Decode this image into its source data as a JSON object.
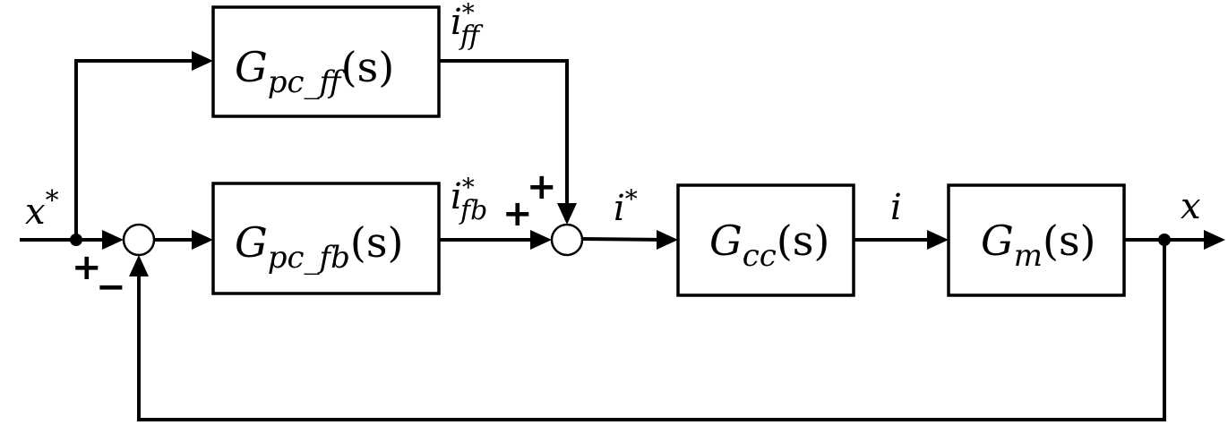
{
  "blocks": {
    "pc_ff": {
      "base": "G",
      "sub": "pc_ff",
      "arg": "(s)"
    },
    "pc_fb": {
      "base": "G",
      "sub": "pc_fb",
      "arg": "(s)"
    },
    "cc": {
      "base": "G",
      "sub": "cc",
      "arg": "(s)"
    },
    "m": {
      "base": "G",
      "sub": "m",
      "arg": "(s)"
    }
  },
  "signals": {
    "input": {
      "base": "x",
      "sup": "*"
    },
    "i_ff": {
      "base": "i",
      "sub": "ff",
      "sup": "*"
    },
    "i_fb": {
      "base": "i",
      "sub": "fb",
      "sup": "*"
    },
    "i_ref": {
      "base": "i",
      "sup": "*"
    },
    "current": {
      "base": "i"
    },
    "output": {
      "base": "x"
    }
  },
  "signs": {
    "sum1_ref": "+",
    "sum1_feedback": "−",
    "sum2_ff": "+",
    "sum2_fb": "+"
  }
}
